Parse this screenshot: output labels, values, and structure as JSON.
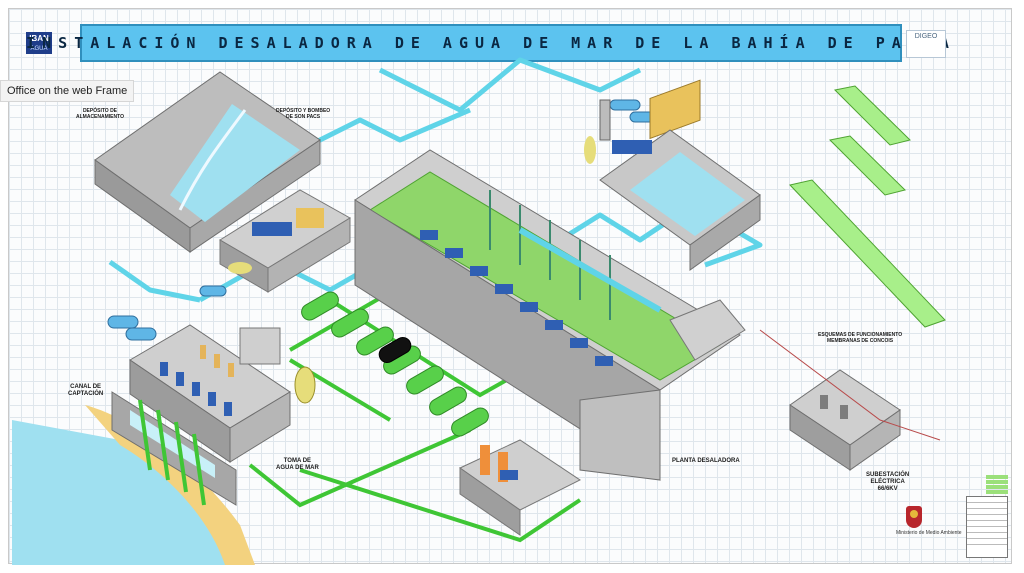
{
  "window": {
    "tooltip": "Office on the web Frame"
  },
  "title": "INSTALACIÓN DESALADORA DE AGUA DE MAR DE LA BAHÍA DE PALMA",
  "logos": {
    "left": "IBAN",
    "left_sub": "AGUA",
    "right": "DIGEO"
  },
  "labels": {
    "deposito_almacenamiento": "DEPÓSITO DE\nALMACENAMIENTO",
    "deposito_bombeo": "DEPÓSITO Y BOMBEO\nDE SON PACS",
    "canal_captacion": "CANAL DE\nCAPTACIÓN",
    "toma_agua": "TOMA DE\nAGUA DE MAR",
    "planta_desaladora": "PLANTA DESALADORA",
    "esquemas": "ESQUEMAS DE FUNCIONAMIENTO\nMEMBRANAS DE CONCOIS",
    "subestacion": "SUBESTACIÓN\nELÉCTRICA\n66/6KV",
    "ministerio": "Ministerio de Medio Ambiente"
  },
  "colors": {
    "banner": "#5cc3ef",
    "pipe_cyan": "#5fd4e8",
    "pipe_green": "#3fc635",
    "building_green": "#8fd66a",
    "water": "#9fe0f0",
    "concrete": "#b7b7b7"
  }
}
